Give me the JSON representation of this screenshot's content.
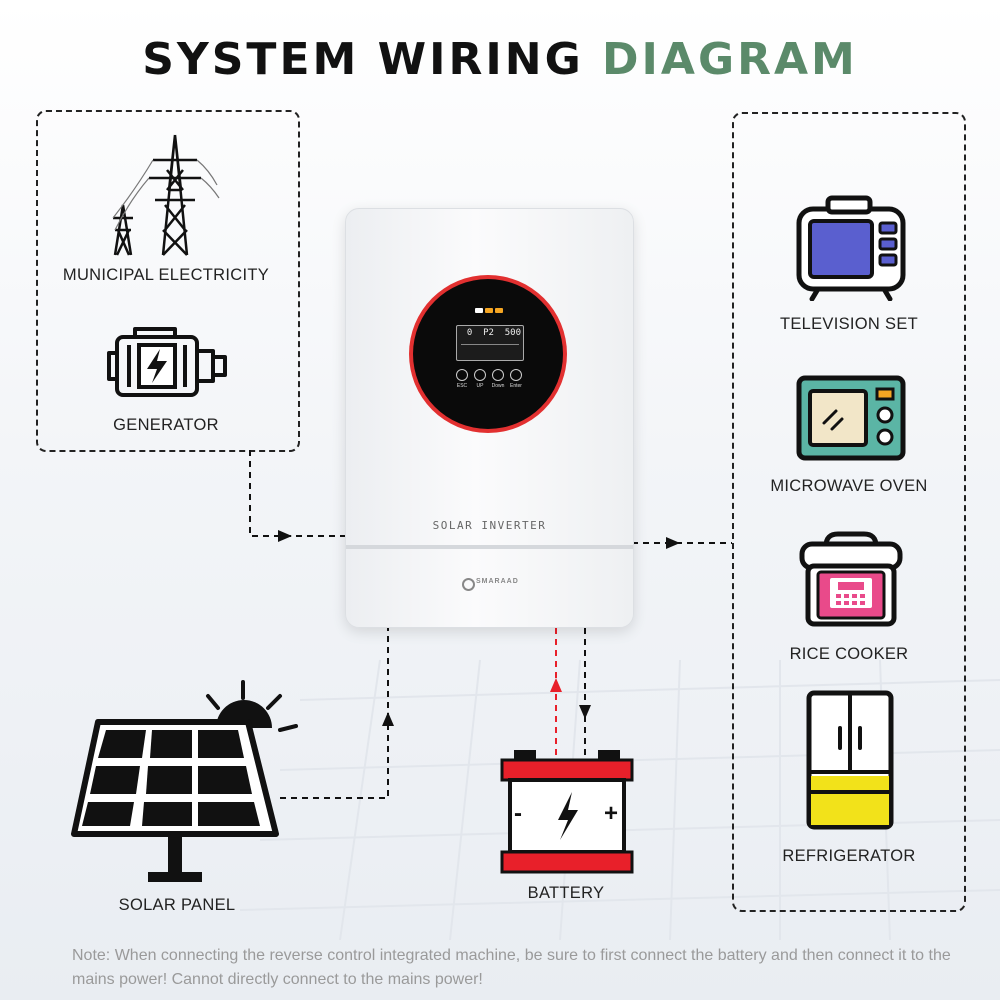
{
  "title": {
    "main": "SYSTEM WIRING",
    "accent": "DIAGRAM"
  },
  "sources": {
    "municipal": "MUNICIPAL ELECTRICITY",
    "generator": "GENERATOR"
  },
  "inverter": {
    "label": "SOLAR INVERTER",
    "brand": "SMARAAD",
    "screen_readout": "0  P2  500",
    "buttons": [
      "ESC",
      "UP",
      "Down",
      "Enter"
    ]
  },
  "loads": {
    "tv": "TELEVISION SET",
    "microwave": "MICROWAVE OVEN",
    "rice_cooker": "RICE COOKER",
    "fridge": "REFRIGERATOR"
  },
  "solar": "SOLAR PANEL",
  "battery": {
    "label": "BATTERY",
    "minus": "-",
    "plus": "+"
  },
  "note": "Note: When connecting the reverse control integrated machine, be sure to first connect the battery and then connect it to the mains power! Cannot directly connect to the mains power!",
  "colors": {
    "accent": "#5b8a6a",
    "tv": "#5a5fcf",
    "microwave": "#5bb5a5",
    "rice_cooker": "#e94a8a",
    "fridge": "#f2e21a",
    "battery": "#e8202a",
    "screen_ring": "#e23030"
  }
}
